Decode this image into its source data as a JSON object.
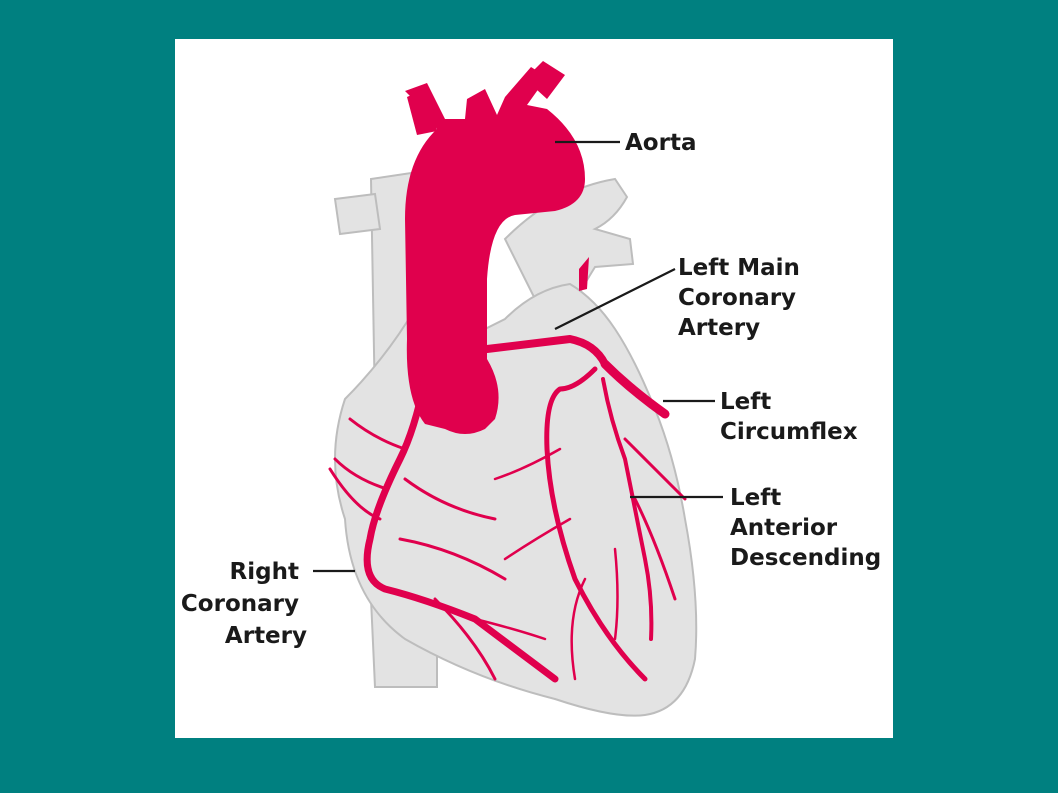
{
  "colors": {
    "background": "#008080",
    "panel": "#ffffff",
    "artery": "#e0004d",
    "heart": "#e3e3e3",
    "heart_outline": "#bdbdbd",
    "text": "#1a1a1a"
  },
  "labels": {
    "aorta": [
      "Aorta"
    ],
    "left_main": [
      "Left Main",
      "Coronary",
      "Artery"
    ],
    "left_circumflex": [
      "Left",
      "Circumflex"
    ],
    "lad": [
      "Left",
      "Anterior",
      "Descending"
    ],
    "right_coronary": [
      "Right",
      "Coronary",
      "Artery"
    ]
  }
}
